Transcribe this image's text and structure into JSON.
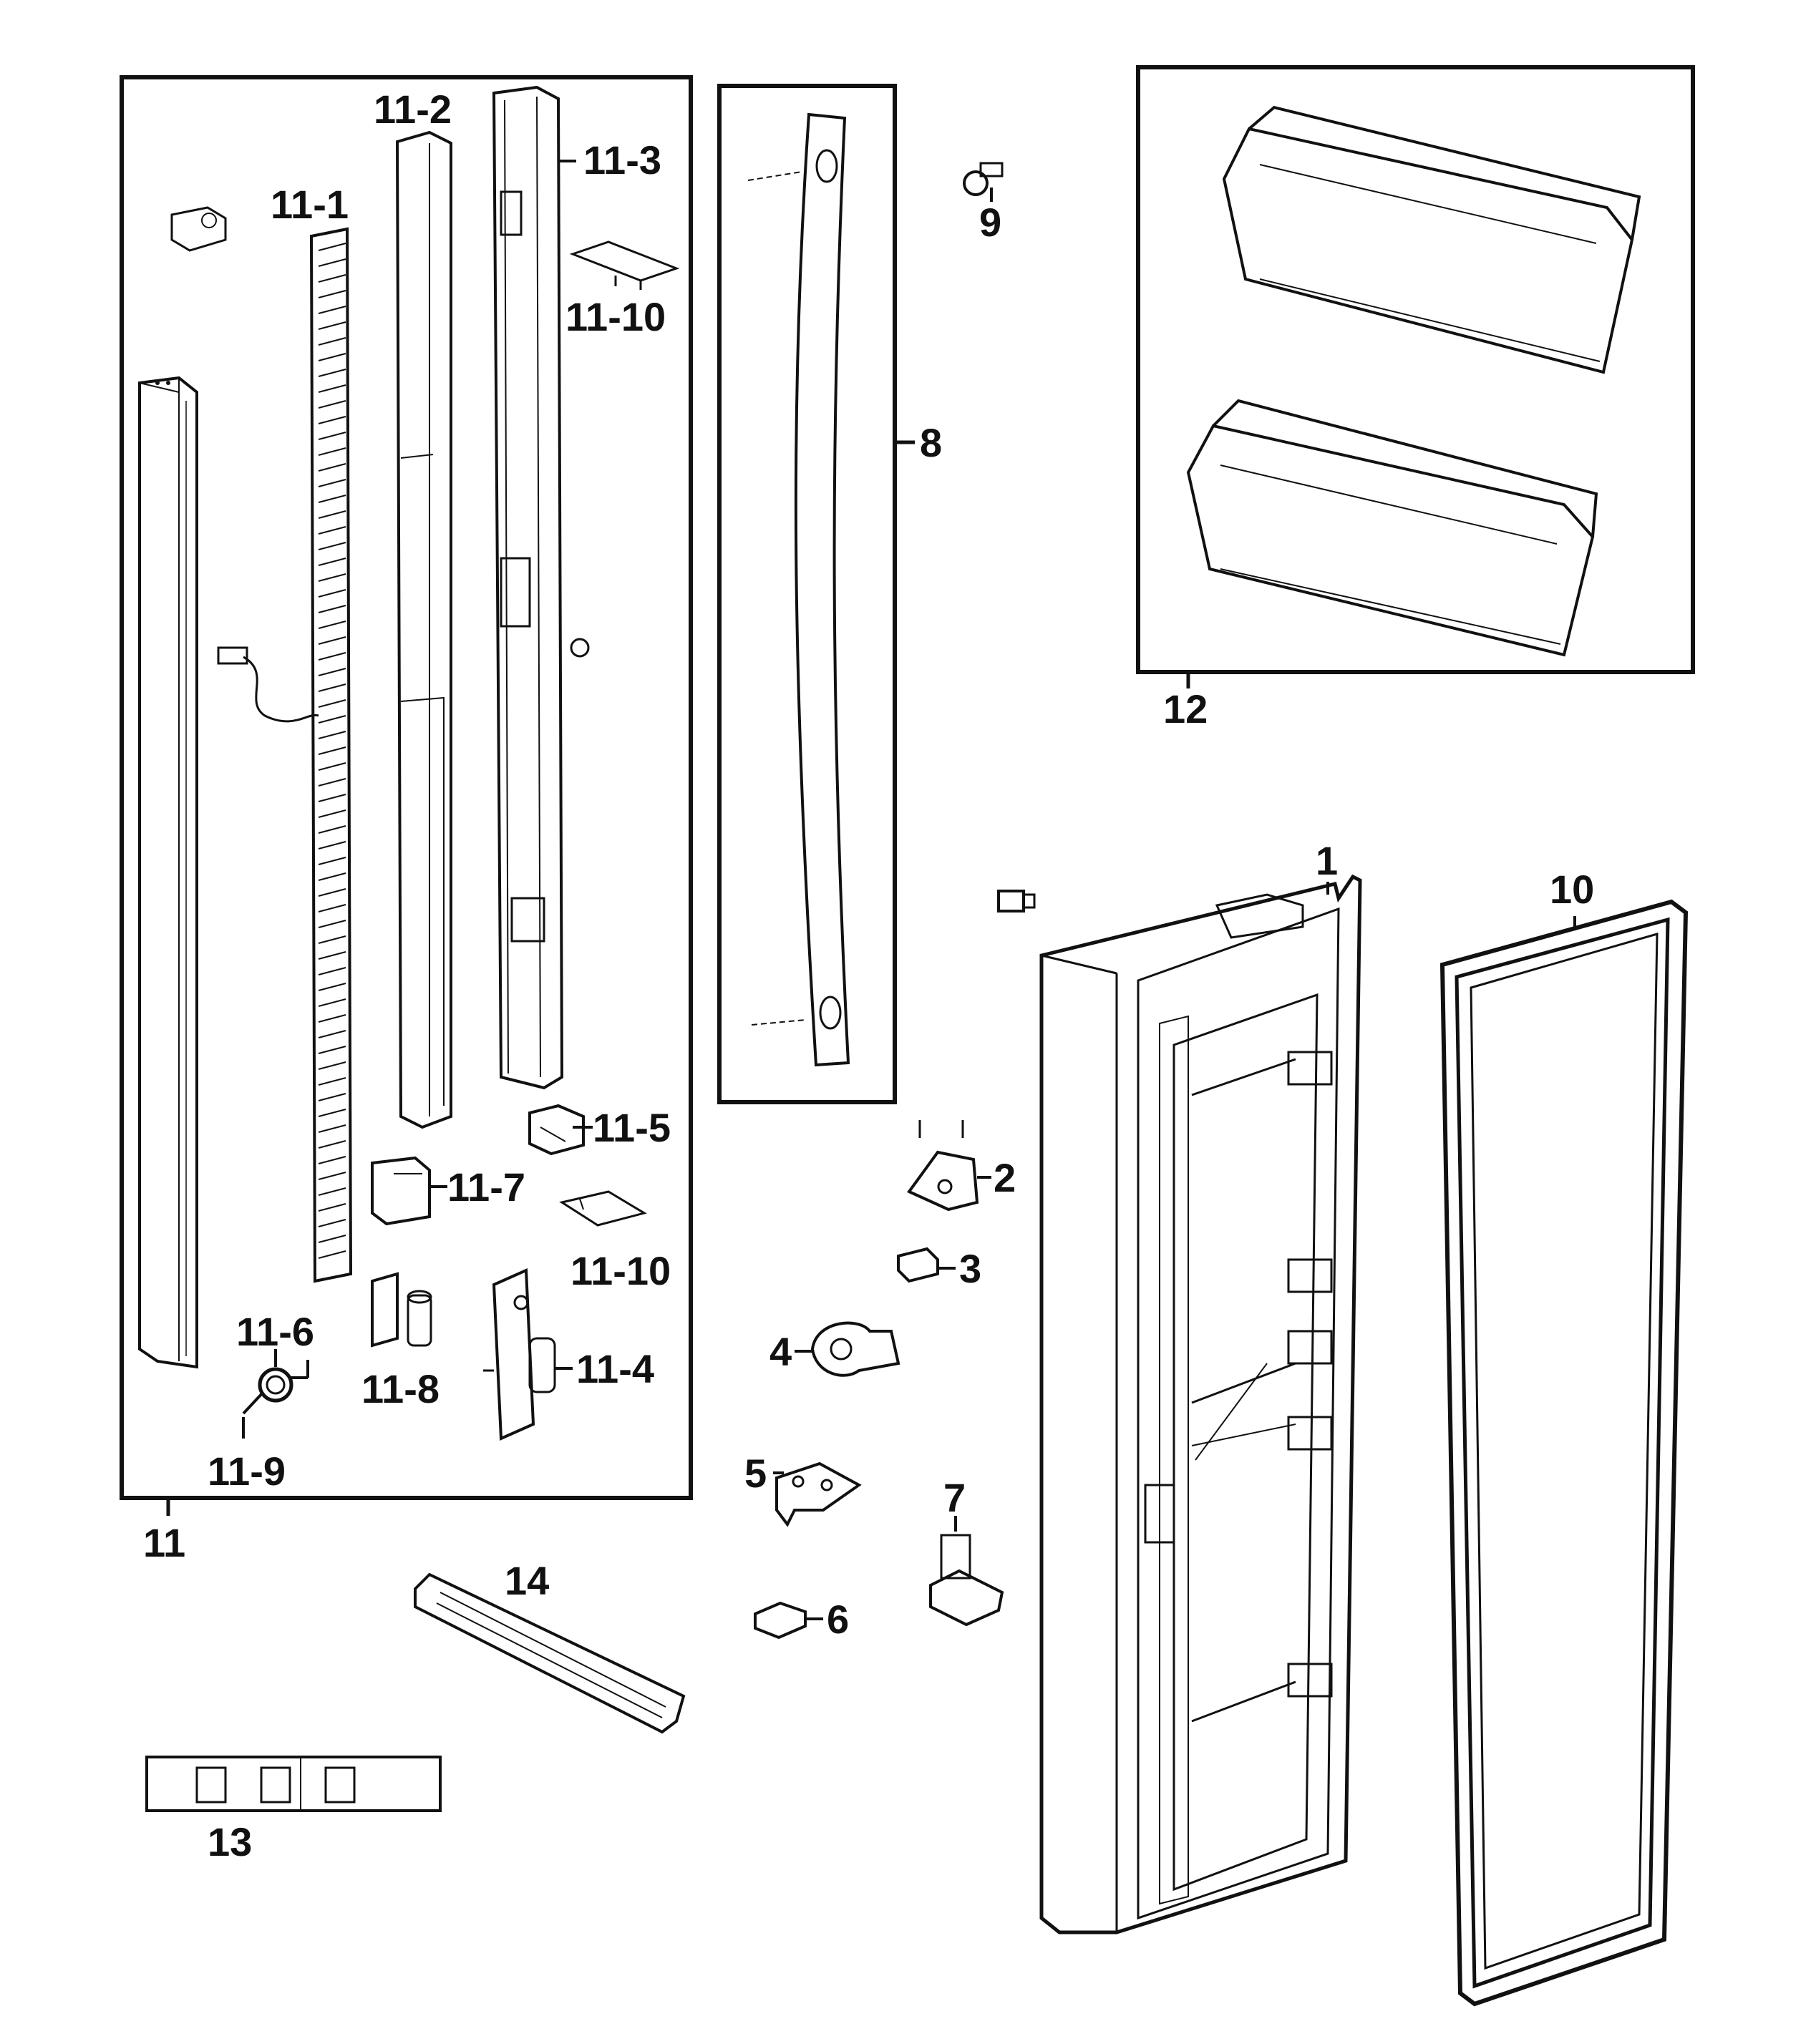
{
  "labels": {
    "p1": "1",
    "p2": "2",
    "p3": "3",
    "p4": "4",
    "p5": "5",
    "p6": "6",
    "p7": "7",
    "p8": "8",
    "p9": "9",
    "p10": "10",
    "p11": "11",
    "p12": "12",
    "p13": "13",
    "p14": "14",
    "p11_1": "11-1",
    "p11_2": "11-2",
    "p11_3": "11-3",
    "p11_4": "11-4",
    "p11_5": "11-5",
    "p11_6": "11-6",
    "p11_7": "11-7",
    "p11_8": "11-8",
    "p11_9": "11-9",
    "p11_10a": "11-10",
    "p11_10b": "11-10"
  }
}
